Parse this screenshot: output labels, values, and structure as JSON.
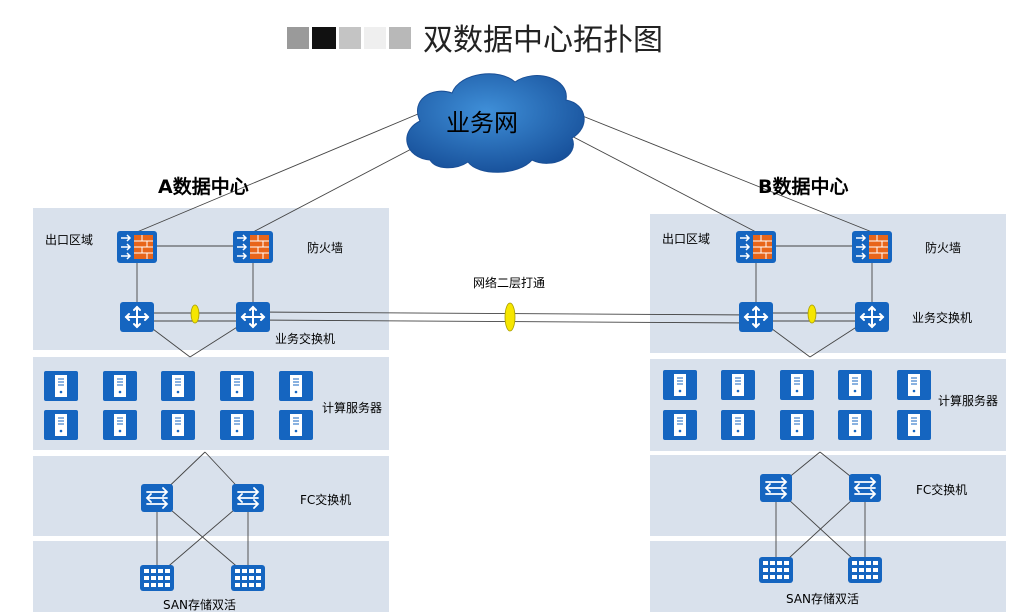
{
  "title": "双数据中心拓扑图",
  "network": {
    "cloud_label": "业务网",
    "link_label": "网络二层打通"
  },
  "dc_a": {
    "name": "A数据中心",
    "exit_zone": "出口区域",
    "firewall": "防火墙",
    "business_switch": "业务交换机",
    "compute_servers": "计算服务器",
    "fc_switch": "FC交换机",
    "san": "SAN存储双活"
  },
  "dc_b": {
    "name": "B数据中心",
    "exit_zone": "出口区域",
    "firewall": "防火墙",
    "business_switch": "业务交换机",
    "compute_servers": "计算服务器",
    "fc_switch": "FC交换机",
    "san": "SAN存储双活"
  },
  "icons": {
    "firewall": "firewall-icon",
    "switch": "switch-icon",
    "server": "server-icon",
    "fc_switch": "fc-switch-icon",
    "storage": "storage-icon",
    "cloud": "cloud-icon",
    "link_marker": "link-ellipse-icon"
  },
  "colors": {
    "zone_bg": "#d9e1ec",
    "device_blue": "#1565c0",
    "firewall_orange": "#e8651a",
    "cloud_blue": "#1f5fae",
    "link_yellow": "#f6e600",
    "line": "#333333"
  }
}
